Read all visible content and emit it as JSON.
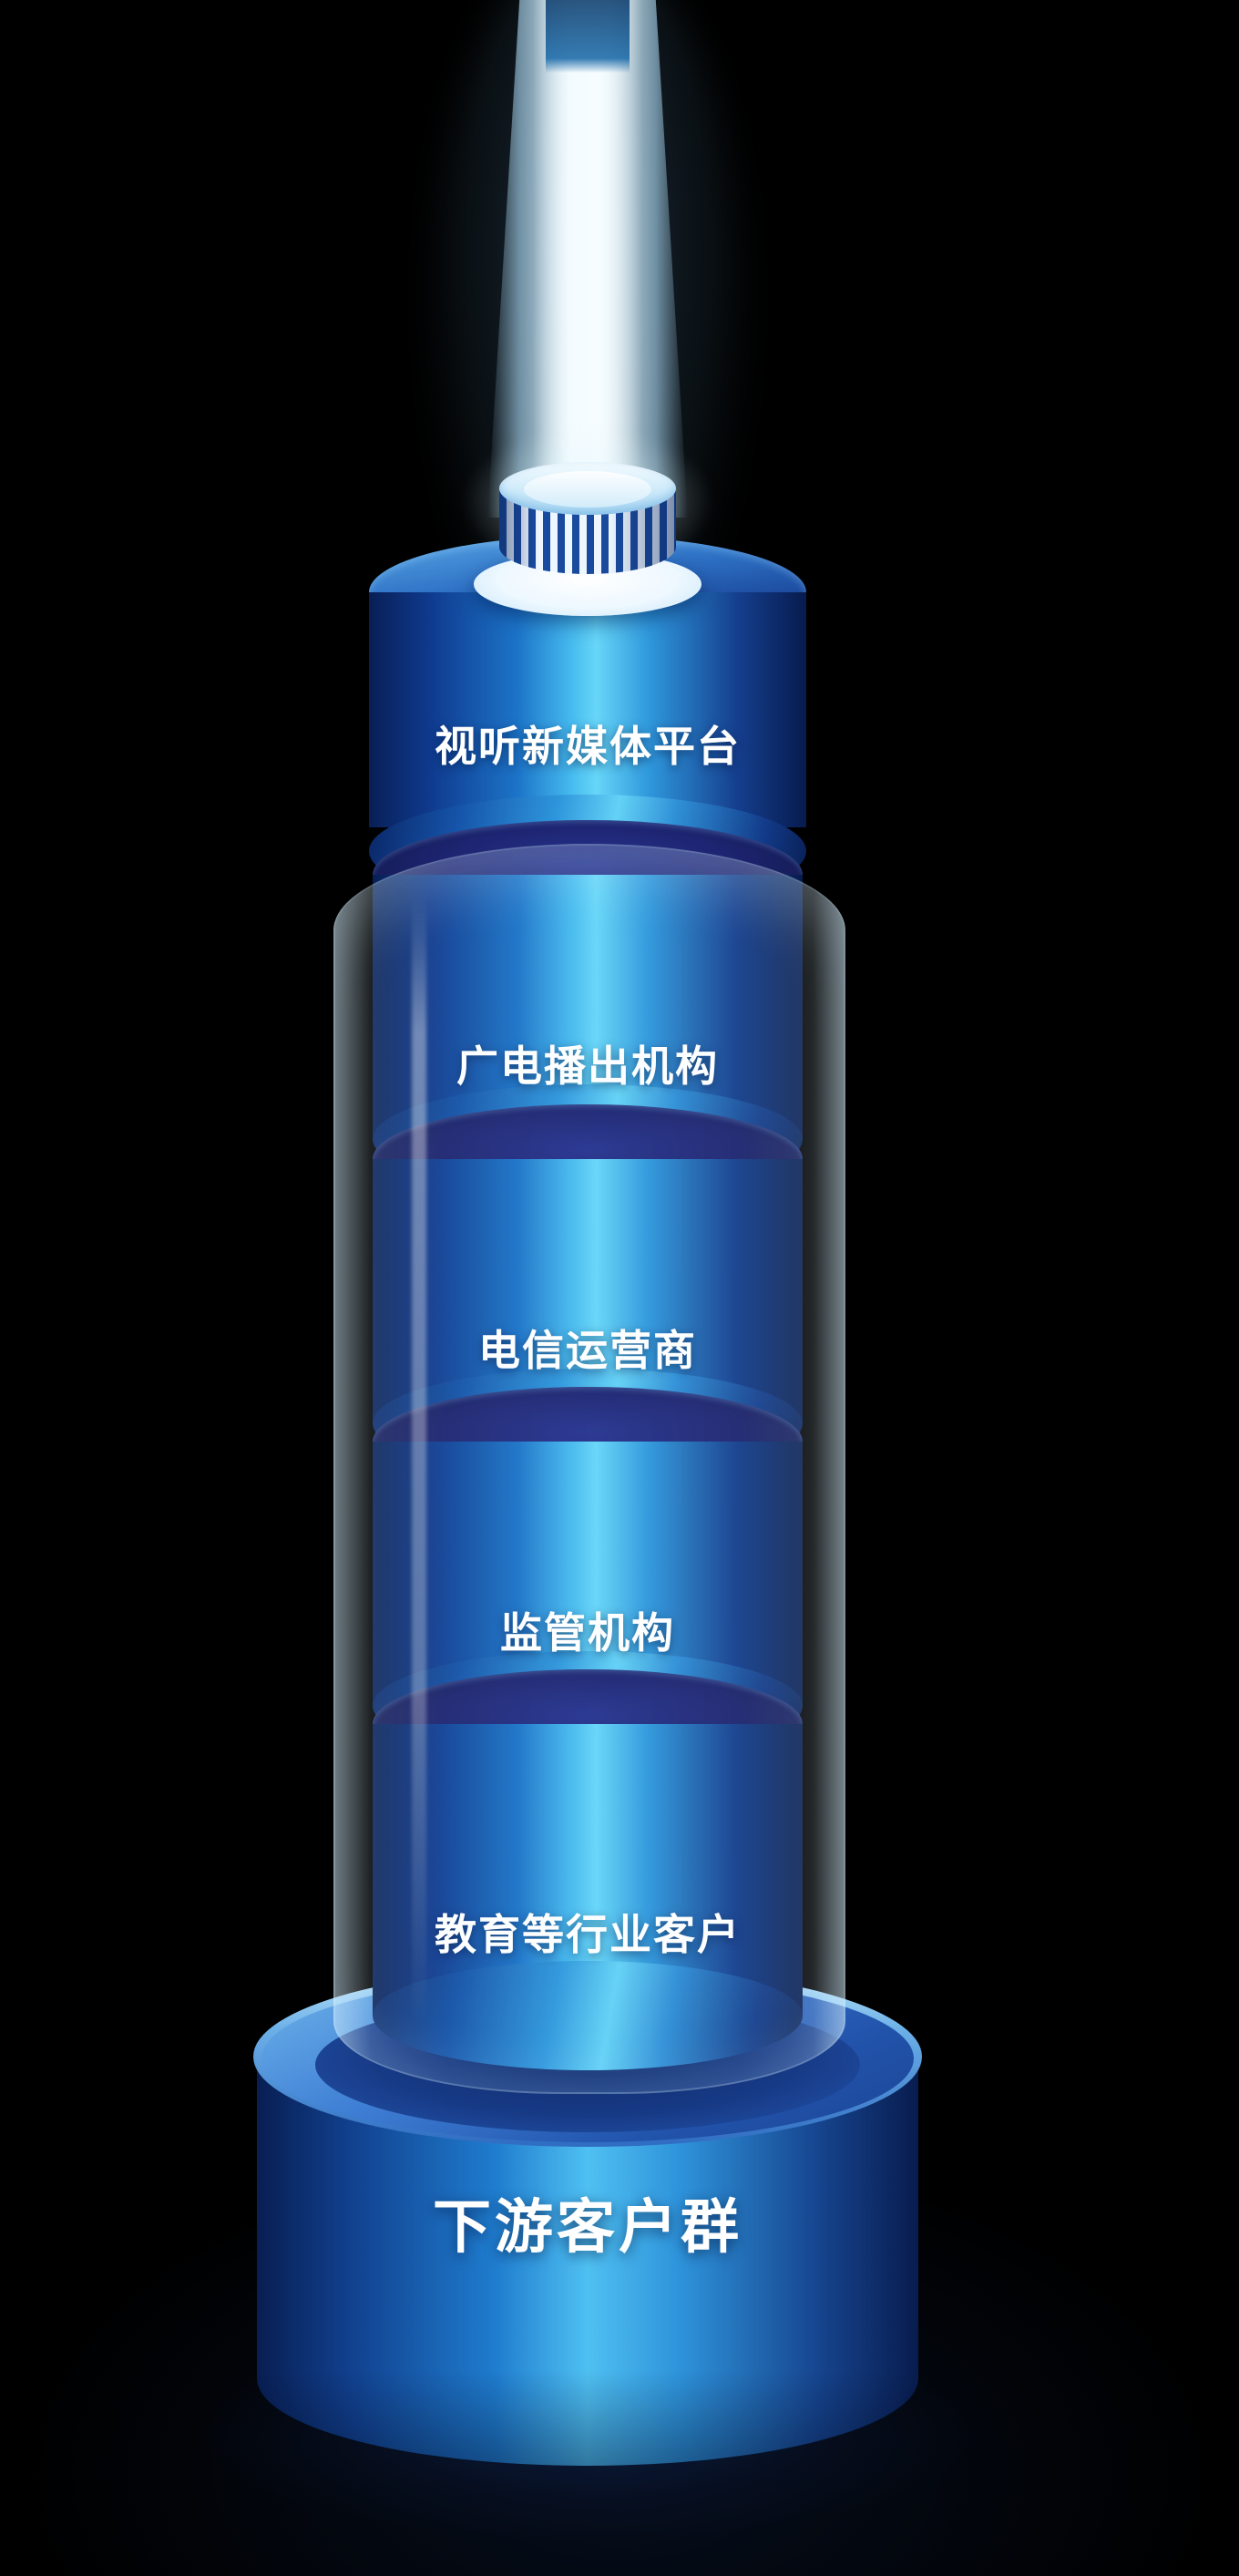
{
  "diagram": {
    "layers": [
      {
        "label": "视听新媒体平台"
      },
      {
        "label": "广电播出机构"
      },
      {
        "label": "电信运营商"
      },
      {
        "label": "监管机构"
      },
      {
        "label": "教育等行业客户"
      }
    ],
    "base": {
      "label": "下游客户群"
    },
    "colors": {
      "background": "#000000",
      "cylinder_dark": "#0f3a8e",
      "cylinder_highlight": "#66d6f8",
      "top_ellipse_dark": "#1d2470",
      "beam": "#eef9ff",
      "glass_tint": "#d6eefc",
      "label_text": "#ffffff"
    },
    "icons": {
      "beam": "light-beam-icon",
      "cap": "ribbed-cap-icon",
      "tube": "glass-tube"
    }
  }
}
